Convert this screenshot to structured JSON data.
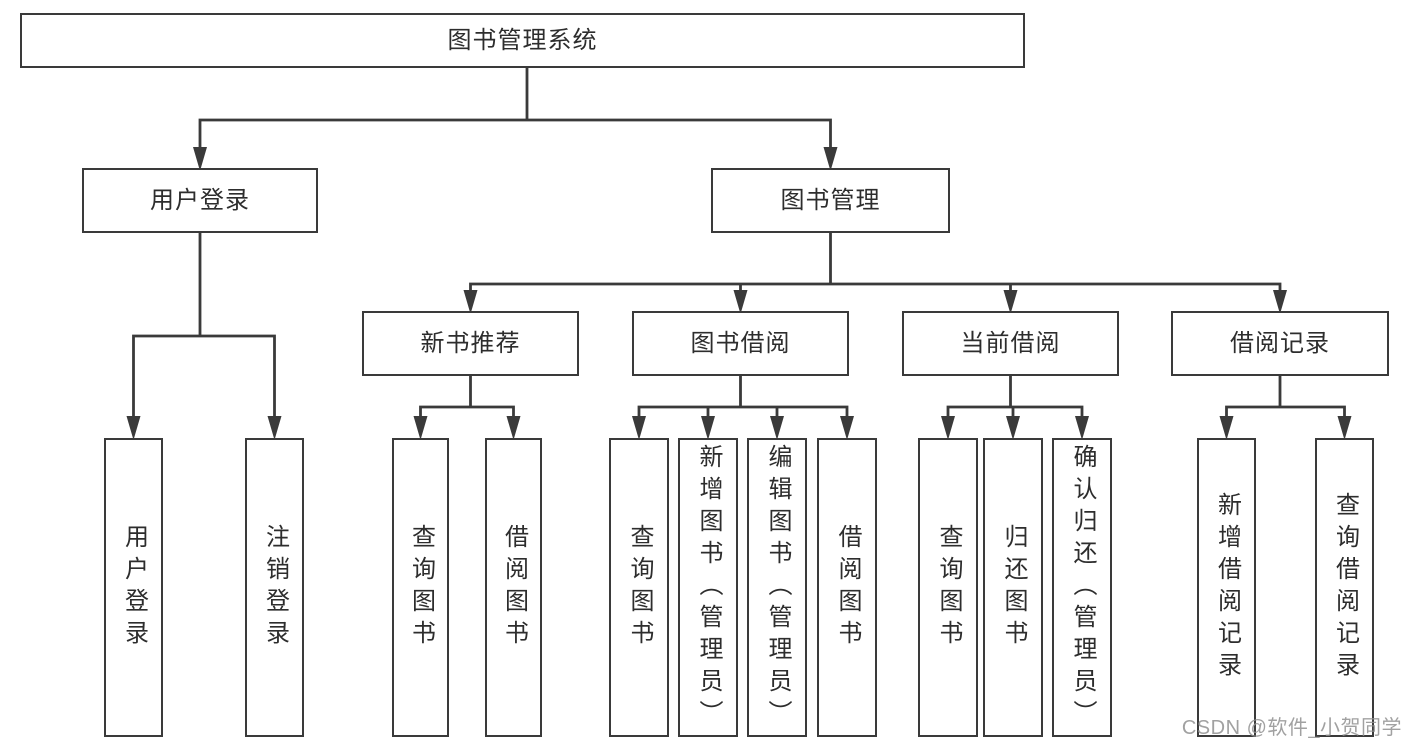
{
  "tree": {
    "label": "图书管理系统",
    "children": [
      {
        "label": "用户登录",
        "children": [
          {
            "label": "用户登录"
          },
          {
            "label": "注销登录"
          }
        ]
      },
      {
        "label": "图书管理",
        "children": [
          {
            "label": "新书推荐",
            "children": [
              {
                "label": "查询图书"
              },
              {
                "label": "借阅图书"
              }
            ]
          },
          {
            "label": "图书借阅",
            "children": [
              {
                "label": "查询图书"
              },
              {
                "label": "新增图书（管理员）"
              },
              {
                "label": "编辑图书（管理员）"
              },
              {
                "label": "借阅图书"
              }
            ]
          },
          {
            "label": "当前借阅",
            "children": [
              {
                "label": "查询图书"
              },
              {
                "label": "归还图书"
              },
              {
                "label": "确认归还（管理员）"
              }
            ]
          },
          {
            "label": "借阅记录",
            "children": [
              {
                "label": "新增借阅记录"
              },
              {
                "label": "查询借阅记录"
              }
            ]
          }
        ]
      }
    ]
  },
  "watermark": {
    "text": "CSDN @软件_小贺同学"
  },
  "colors": {
    "line": "#3a3a3a",
    "box_border": "#3a3a3a",
    "text": "#2d2d2d",
    "background": "#ffffff",
    "watermark": "#919191"
  }
}
